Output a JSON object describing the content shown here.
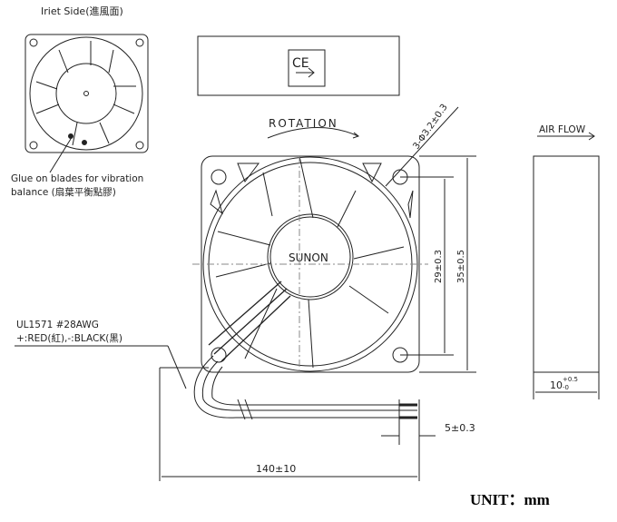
{
  "inlet": {
    "title": "Iriet Side(進風面)",
    "glue_line1": "Glue on blades for vibration",
    "glue_line2": "balance (扇葉平衡點膠)"
  },
  "label_box": {
    "marks": "CE"
  },
  "front": {
    "rotation": "ROTATION",
    "holes": "3-Φ3.2±0.3",
    "brand": "SUNON",
    "dim_inner": "29±0.3",
    "dim_outer": "35±0.5"
  },
  "wire": {
    "spec": "UL1571  #28AWG",
    "colors": "+:RED(紅),-:BLACK(黑)",
    "strip_length": "5±0.3",
    "length": "140±10"
  },
  "side": {
    "airflow": "AIR FLOW",
    "thickness": "10",
    "tol_plus": "+0.5",
    "tol_minus": "-0"
  },
  "unit": "UNIT：mm"
}
